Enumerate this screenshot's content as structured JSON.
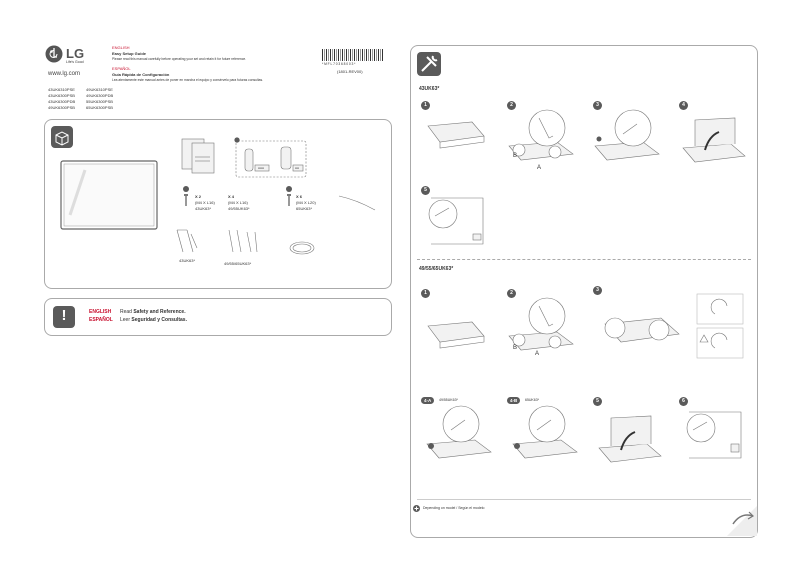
{
  "brand": {
    "name": "LG",
    "tagline": "Life's Good",
    "website": "www.lg.com"
  },
  "guide": {
    "english_label": "ENGLISH",
    "english_title": "Easy Setup Guide",
    "english_text": "Please read this manual carefully before operating your set and retain it for future reference.",
    "spanish_label": "ESPAÑOL",
    "spanish_title": "Guía Rápida de Configuración",
    "spanish_text": "Lea atentamente este manual antes de poner en marcha el equipo y consérvelo para futuras consultas."
  },
  "models": [
    [
      "43UK6310PSE",
      "49UK6310PSE"
    ],
    [
      "43UK6300PSB",
      "49UK6300PDB"
    ],
    [
      "43UK6300PDB",
      "55UK6300PSB"
    ],
    [
      "49UK6300PSB",
      "65UK6300PSB"
    ]
  ],
  "barcode": {
    "code": "*MFL70368003*",
    "revision": "(1801-REV00)"
  },
  "accessories": {
    "screws": [
      {
        "qty": "X 2",
        "spec": "(M4 X L16)",
        "model": "43UK63*"
      },
      {
        "qty": "X 4",
        "spec": "(M4 X L16)",
        "model": "49/55UK63*"
      },
      {
        "qty": "X 6",
        "spec": "(M4 X L20)",
        "model": "65UK63*"
      }
    ],
    "battery_labels": [
      "AAA",
      "AA"
    ],
    "stand_labels": [
      "43UK63*",
      "49/55/65UK63*"
    ]
  },
  "safety": {
    "english_label": "ENGLISH",
    "english_text_plain": "Read ",
    "english_text_bold": "Safety and Reference.",
    "spanish_label": "ESPAÑOL",
    "spanish_text_plain": "Leer ",
    "spanish_text_bold": "Seguridad  y Consultas."
  },
  "setup": {
    "section1_title": "43UK63*",
    "section2_title": "49/55/65UK63*",
    "steps1": [
      "1",
      "2",
      "3",
      "4",
      "5"
    ],
    "steps2": [
      "1",
      "2",
      "3",
      "5",
      "6"
    ],
    "tag_4a": "4-A",
    "tag_4a_model": "49/55UK63*",
    "tag_4b": "4-B",
    "tag_4b_model": "65UK63*",
    "point_a": "A",
    "point_b": "B",
    "footnote": "Depending on model / Según el modelo"
  }
}
